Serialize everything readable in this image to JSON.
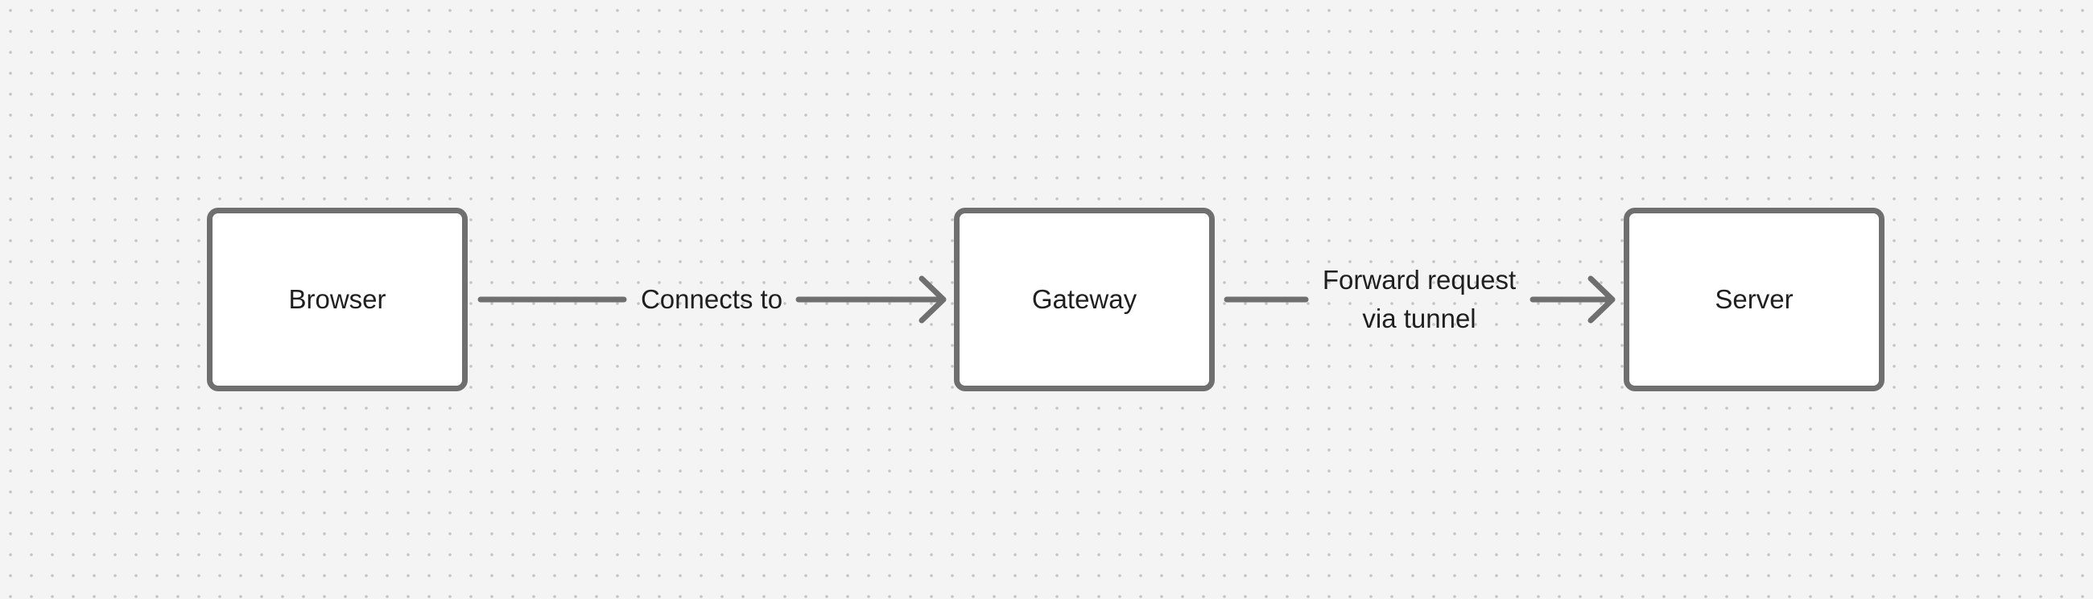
{
  "diagram": {
    "nodes": [
      {
        "id": "browser",
        "label": "Browser"
      },
      {
        "id": "gateway",
        "label": "Gateway"
      },
      {
        "id": "server",
        "label": "Server"
      }
    ],
    "edges": [
      {
        "from": "browser",
        "to": "gateway",
        "label": "Connects to"
      },
      {
        "from": "gateway",
        "to": "server",
        "label": "Forward request\nvia tunnel"
      }
    ]
  },
  "colors": {
    "background": "#f4f4f4",
    "grid_dot": "#c4c4c4",
    "stroke": "#6f6f6f",
    "node_fill": "#ffffff",
    "text": "#1f1f1f"
  }
}
